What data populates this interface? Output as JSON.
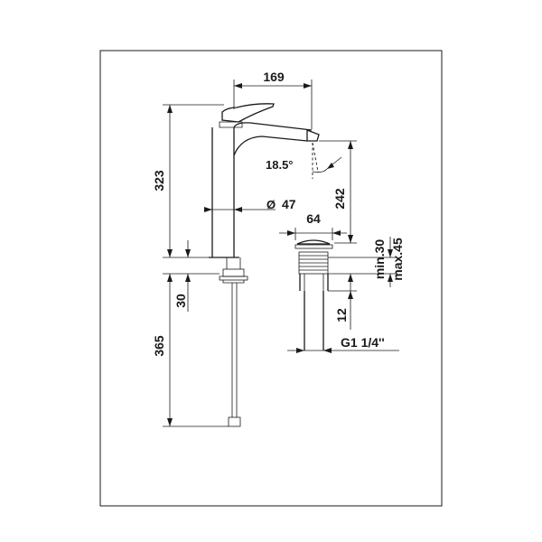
{
  "drawing": {
    "dimensions": {
      "spout_reach": "169",
      "total_height": "323",
      "spout_angle": "18.5°",
      "body_diameter_symbol": "Ø",
      "body_diameter": "47",
      "spout_height": "242",
      "waste_width": "64",
      "thickness_min": "min.30",
      "thickness_max": "max.45",
      "shank_length": "30",
      "hose_length": "365",
      "waste_offset": "12",
      "waste_thread": "G1 1/4''"
    }
  }
}
